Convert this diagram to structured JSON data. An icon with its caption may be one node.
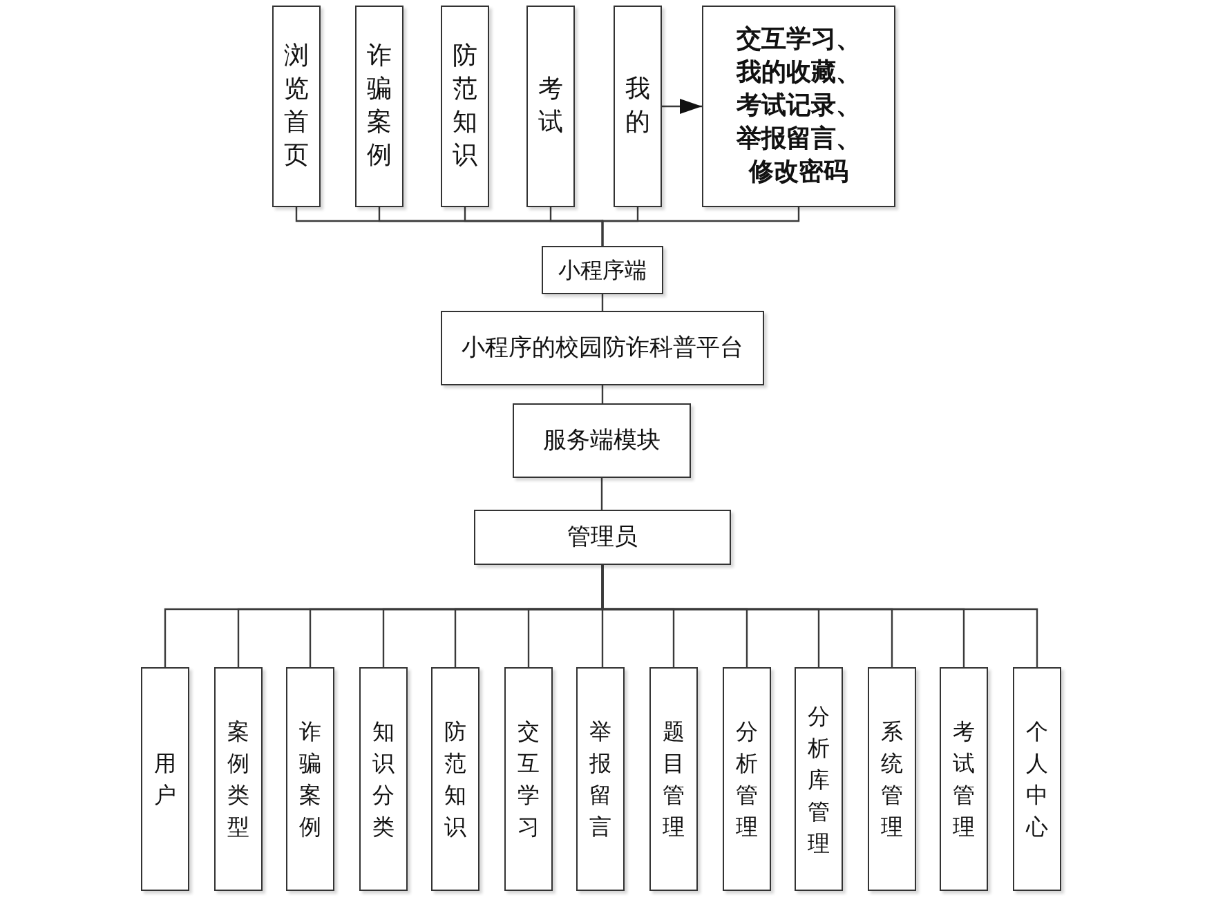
{
  "diagram": {
    "nodes": [
      {
        "text": [
          "浏览首页"
        ]
      },
      {
        "text": [
          "诈骗案例"
        ]
      },
      {
        "text": [
          "防范知识"
        ]
      },
      {
        "text": [
          "考试"
        ]
      },
      {
        "text": [
          "我的"
        ]
      },
      {
        "text": [
          "交互学习、我的收藏、考试记录、举报留言、修改密码"
        ]
      },
      {
        "text": [
          "小程序端"
        ]
      },
      {
        "text": [
          "小程序的校园防诈科普平台"
        ]
      },
      {
        "text": [
          "服务端模块"
        ]
      },
      {
        "text": [
          "管理员"
        ]
      },
      {
        "text": [
          "用户"
        ]
      },
      {
        "text": [
          "案例类型"
        ]
      },
      {
        "text": [
          "诈骗案例"
        ]
      },
      {
        "text": [
          "知识分类"
        ]
      },
      {
        "text": [
          "防范知识"
        ]
      },
      {
        "text": [
          "交互学习"
        ]
      },
      {
        "text": [
          "举报留言"
        ]
      },
      {
        "text": [
          "题目管理"
        ]
      },
      {
        "text": [
          "分析管理"
        ]
      },
      {
        "text": [
          "分析库管理"
        ]
      },
      {
        "text": [
          "系统管理"
        ]
      },
      {
        "text": [
          "考试管理"
        ]
      },
      {
        "text": [
          "个人中心"
        ]
      }
    ],
    "edges": [
      {
        "from": 6,
        "to": 0,
        "arrow": "none"
      },
      {
        "from": 6,
        "to": 1,
        "arrow": "none"
      },
      {
        "from": 6,
        "to": 2,
        "arrow": "none"
      },
      {
        "from": 6,
        "to": 3,
        "arrow": "none"
      },
      {
        "from": 6,
        "to": 4,
        "arrow": "none"
      },
      {
        "from": 6,
        "to": 5,
        "arrow": "none"
      },
      {
        "from": 4,
        "to": 5,
        "arrow": "to"
      },
      {
        "from": 6,
        "to": 7,
        "arrow": "none"
      },
      {
        "from": 7,
        "to": 8,
        "arrow": "none"
      },
      {
        "from": 8,
        "to": 9,
        "arrow": "none"
      },
      {
        "from": 9,
        "to": 10,
        "arrow": "none"
      },
      {
        "from": 9,
        "to": 11,
        "arrow": "none"
      },
      {
        "from": 9,
        "to": 12,
        "arrow": "none"
      },
      {
        "from": 9,
        "to": 13,
        "arrow": "none"
      },
      {
        "from": 9,
        "to": 14,
        "arrow": "none"
      },
      {
        "from": 9,
        "to": 15,
        "arrow": "none"
      },
      {
        "from": 9,
        "to": 16,
        "arrow": "none"
      },
      {
        "from": 9,
        "to": 17,
        "arrow": "none"
      },
      {
        "from": 9,
        "to": 18,
        "arrow": "none"
      },
      {
        "from": 9,
        "to": 19,
        "arrow": "none"
      },
      {
        "from": 9,
        "to": 20,
        "arrow": "none"
      },
      {
        "from": 9,
        "to": 21,
        "arrow": "none"
      },
      {
        "from": 9,
        "to": 22,
        "arrow": "none"
      }
    ]
  }
}
